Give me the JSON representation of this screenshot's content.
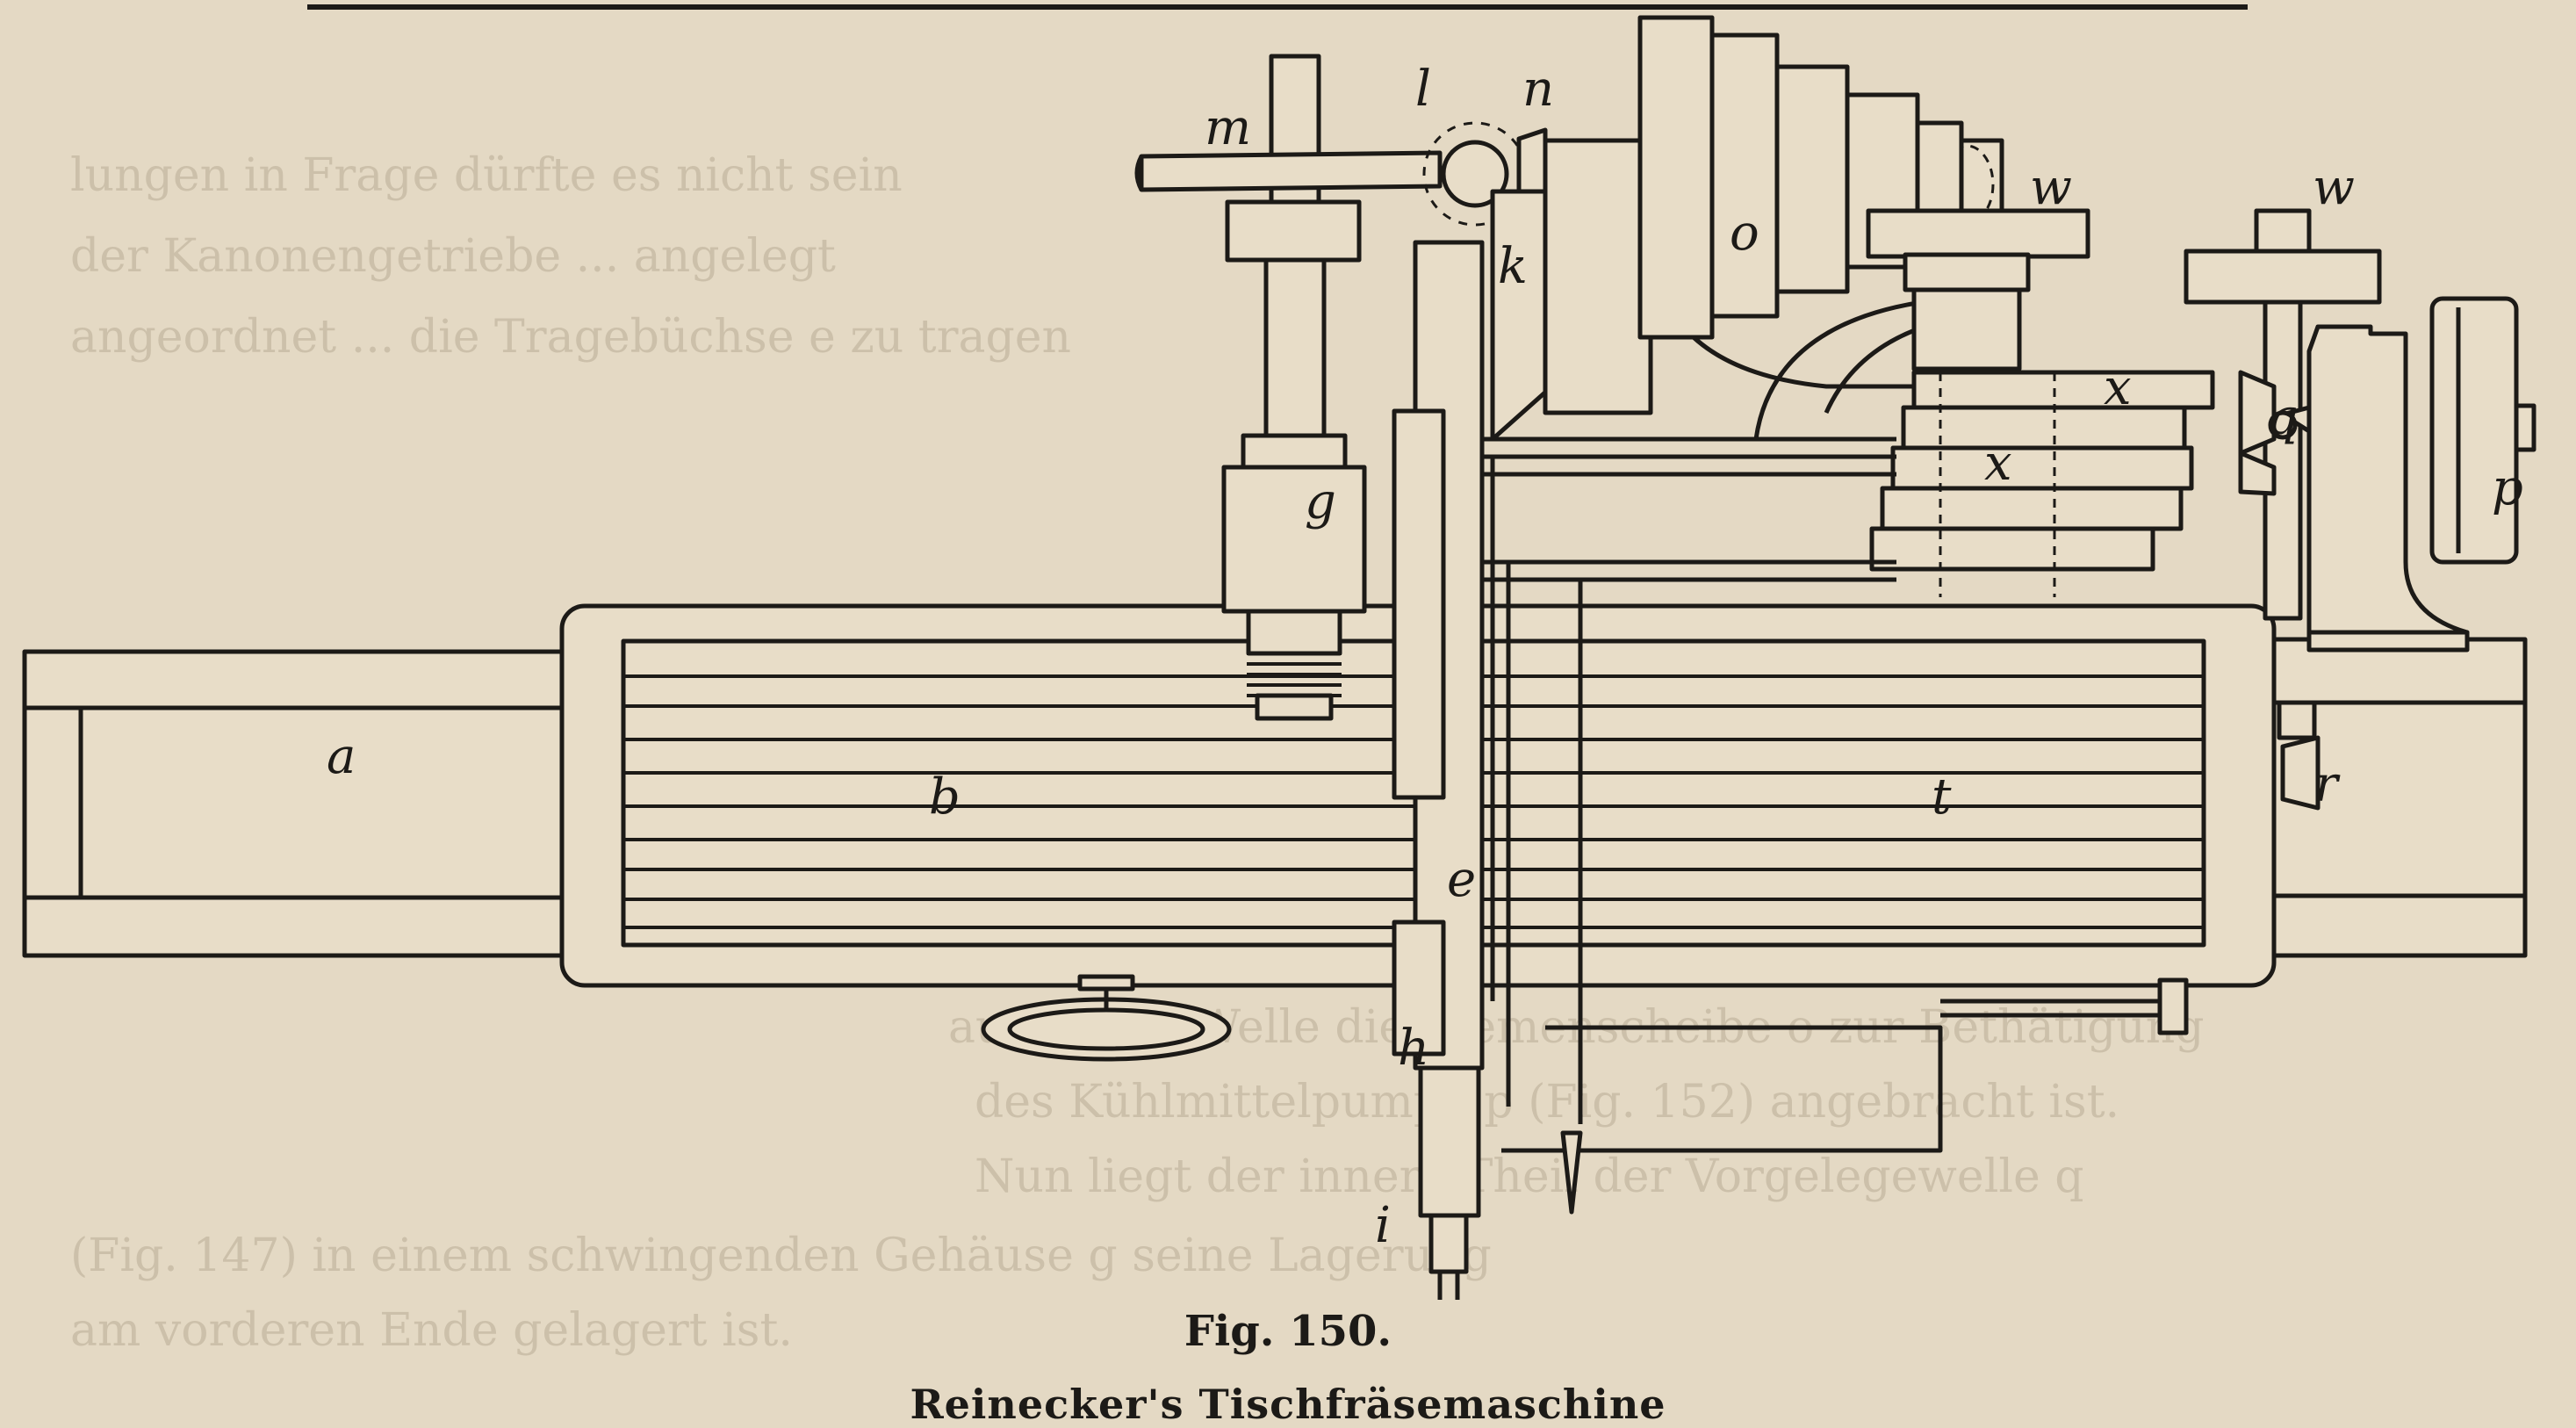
{
  "figure": {
    "caption": "Fig. 150.",
    "title": "Reinecker's Tischfräsemaschine",
    "labels": {
      "a": "a",
      "b": "b",
      "e": "e",
      "g": "g",
      "h": "h",
      "i": "i",
      "k": "k",
      "l": "l",
      "m": "m",
      "n": "n",
      "o": "o",
      "p": "p",
      "q": "q",
      "r": "r",
      "w1": "w",
      "w2": "w",
      "x1": "x",
      "x2": "x",
      "t": "t"
    }
  },
  "bleed_through": {
    "lines": [
      "lungen in Frage dürfte es nicht sein",
      "der Kanonengetriebe ... angelegt",
      "angeordnet ... die Tragebüchse e zu tragen",
      "auf dieser Welle die Riemenscheibe o zur Bethätigung",
      "des Kühlmittelpumpe p (Fig. 152) angebracht ist.",
      "Nun liegt der innere Theil der Vorgelegewelle q",
      "(Fig. 147) in einem schwingenden Gehäuse g seine Lagerung",
      "am vorderen Ende gelagert ist."
    ]
  },
  "colors": {
    "paper": "#e4d9c4",
    "ink": "#1c1a17",
    "faint": "#b9ac95"
  }
}
